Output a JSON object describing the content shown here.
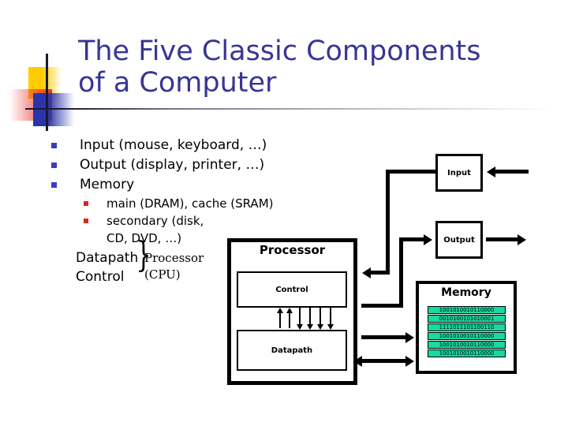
{
  "slide": {
    "title": "The Five Classic Components\nof a Computer",
    "title_color": "#363694"
  },
  "bullets": {
    "level1": [
      {
        "text": "Input (mouse, keyboard, …)"
      },
      {
        "text": "Output (display, printer, …)"
      },
      {
        "text": "Memory"
      }
    ],
    "level2": [
      {
        "text": "main (DRAM), cache (SRAM)"
      },
      {
        "text": "secondary (disk,"
      }
    ],
    "level2_cont": "CD, DVD, …)",
    "brace": {
      "items": [
        "Datapath",
        "Control"
      ],
      "glyph": "}",
      "label_line1": "Processor",
      "label_line2": "(CPU)"
    }
  },
  "diagram": {
    "processor": {
      "title": "Processor",
      "control": "Control",
      "datapath": "Datapath"
    },
    "input": {
      "label": "Input"
    },
    "output": {
      "label": "Output"
    },
    "memory": {
      "label": "Memory",
      "cell_color": "#18D9A0",
      "rows": [
        "1001010010110000",
        "0010100101010001",
        "1111011101100110",
        "1001010010110000",
        "1001010010110000",
        "1001010010110000"
      ]
    }
  },
  "theme": {
    "bullet_level1_color": "#3B3BBF",
    "bullet_level2_color": "#D42A1E",
    "deco_yellow": "#FFCC00",
    "deco_red": "#E8342A",
    "deco_blue": "#2B34A8"
  }
}
